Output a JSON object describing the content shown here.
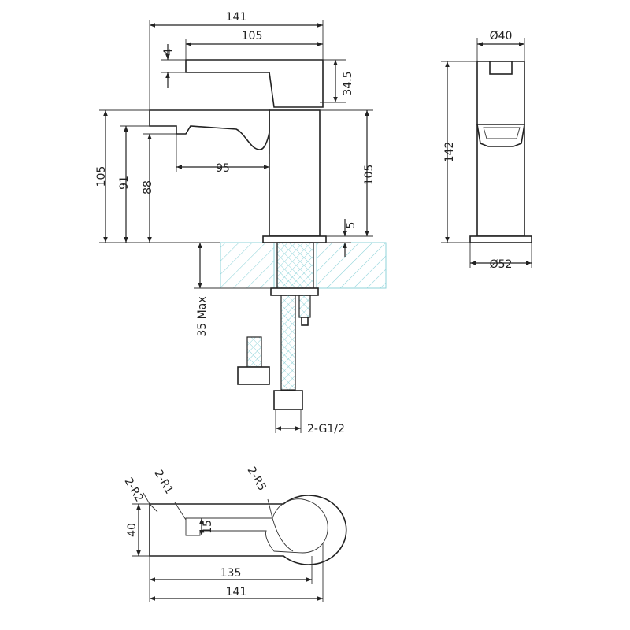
{
  "front_view": {
    "overall_width": "141",
    "lever_width": "105",
    "lever_thickness": "4",
    "lever_height": "34.5",
    "body_height_left": "105",
    "spout_height": "91",
    "spout_outlet_height": "88",
    "spout_reach": "95",
    "body_height_right": "105",
    "base_thickness": "5",
    "max_deck_thickness": "35 Max",
    "connection": "2-G1/2"
  },
  "side_view": {
    "top_diameter": "Ø40",
    "total_height": "142",
    "base_diameter": "Ø52"
  },
  "top_view": {
    "radius_outer_left": "2-R2",
    "radius_inner": "2-R1",
    "radius_right": "2-R5",
    "depth": "40",
    "slot_width": "15",
    "inner_length": "135",
    "overall_length": "141"
  }
}
